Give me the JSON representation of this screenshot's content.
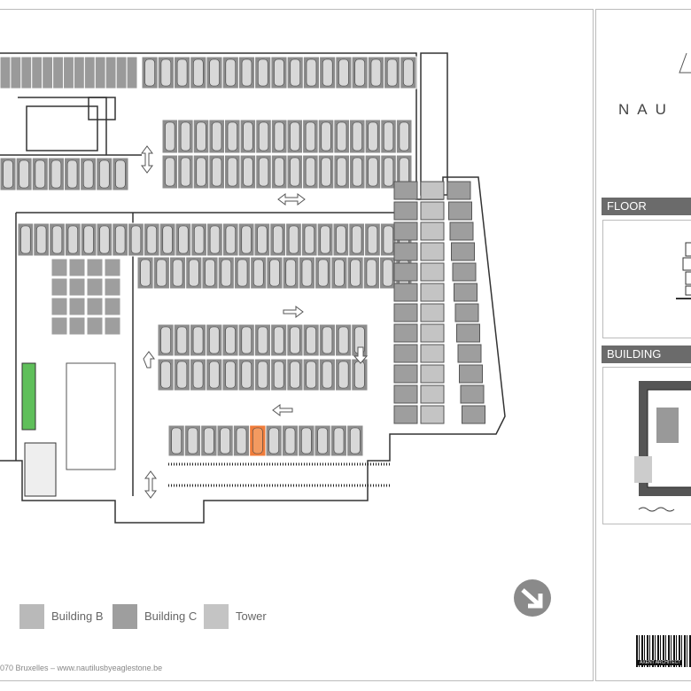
{
  "brand": {
    "logo_text": "NAU"
  },
  "panels": {
    "floor_title": "FLOOR",
    "building_title": "BUILDING"
  },
  "legend": [
    {
      "label": "Building B",
      "color": "#b9b9b9"
    },
    {
      "label": "Building C",
      "color": "#9e9e9e"
    },
    {
      "label": "Tower",
      "color": "#c4c4c4"
    }
  ],
  "footer": {
    "text": "070 Bruxelles – www.nautilusbyeaglestone.be"
  },
  "credit": {
    "text": "AXENT ARCHITECT"
  },
  "colors": {
    "highlight": "#f07c3a",
    "building": "#5fbf5a",
    "stall": "#8d8d8d",
    "car": "#d8d8d8"
  },
  "selection": {
    "highlighted_space_row": 4,
    "highlighted_space_index": 5
  }
}
